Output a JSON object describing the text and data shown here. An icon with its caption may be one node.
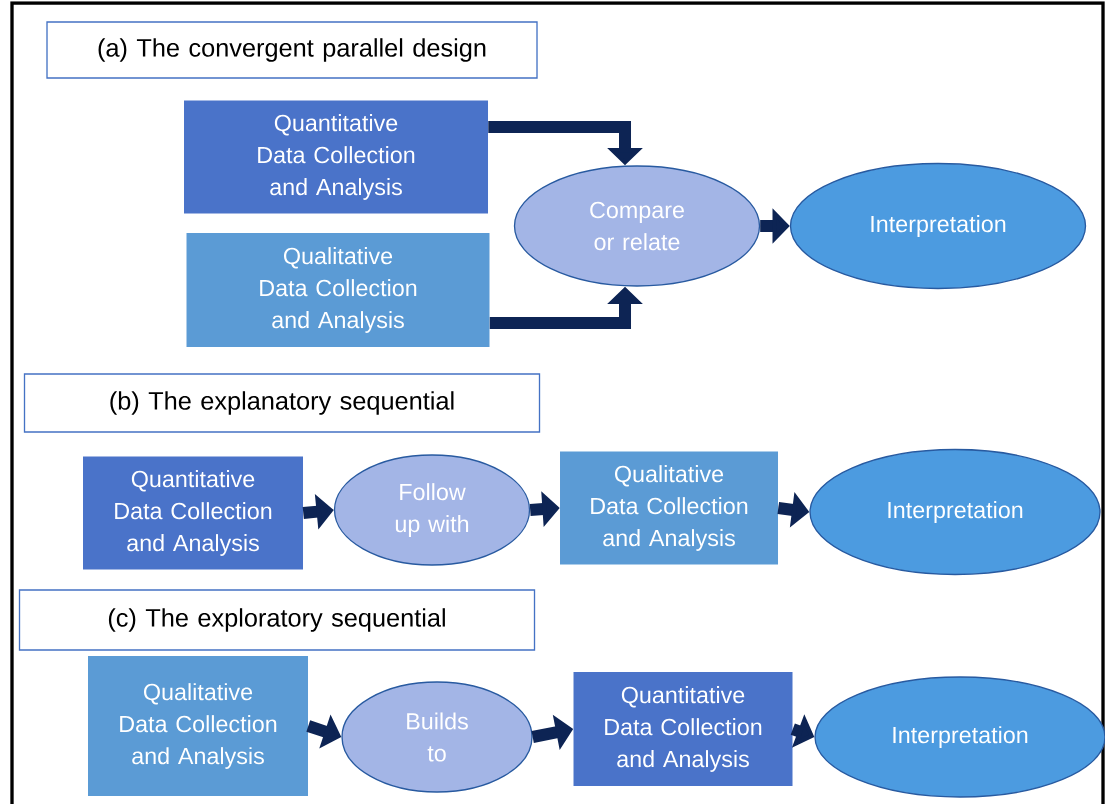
{
  "diagram": {
    "nodes": [
      {
        "text": [
          "(a) The convergent parallel design"
        ]
      },
      {
        "text": [
          "Quantitative Data Collection and Analysis"
        ]
      },
      {
        "text": [
          "Qualitative Data Collection and Analysis"
        ]
      },
      {
        "text": [
          "Compare or relate"
        ]
      },
      {
        "text": [
          "Interpretation"
        ]
      },
      {
        "text": [
          "(b) The explanatory sequential"
        ]
      },
      {
        "text": [
          "Quantitative Data Collection and Analysis"
        ]
      },
      {
        "text": [
          "Follow up with"
        ]
      },
      {
        "text": [
          "Qualitative Data Collection and Analysis"
        ]
      },
      {
        "text": [
          "Interpretation"
        ]
      },
      {
        "text": [
          "(c) The exploratory sequential"
        ]
      },
      {
        "text": [
          "Qualitative Data Collection and Analysis"
        ]
      },
      {
        "text": [
          "Builds to"
        ]
      },
      {
        "text": [
          "Quantitative Data Collection and Analysis"
        ]
      },
      {
        "text": [
          "Interpretation"
        ]
      }
    ],
    "edges": [
      {
        "from": 1,
        "to": 3,
        "arrow": "to"
      },
      {
        "from": 2,
        "to": 3,
        "arrow": "to"
      },
      {
        "from": 3,
        "to": 4,
        "arrow": "to"
      },
      {
        "from": 6,
        "to": 7,
        "arrow": "to"
      },
      {
        "from": 7,
        "to": 8,
        "arrow": "to"
      },
      {
        "from": 8,
        "to": 9,
        "arrow": "to"
      },
      {
        "from": 11,
        "to": 12,
        "arrow": "to"
      },
      {
        "from": 12,
        "to": 13,
        "arrow": "to"
      },
      {
        "from": 13,
        "to": 14,
        "arrow": "to"
      }
    ]
  }
}
